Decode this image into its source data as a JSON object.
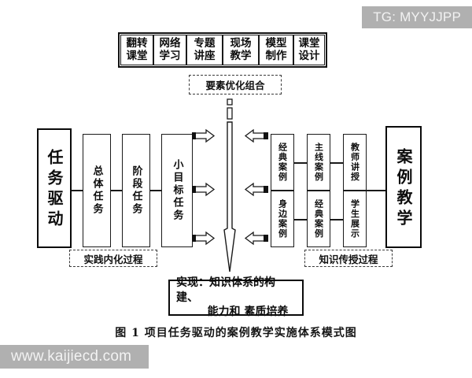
{
  "figure": {
    "caption": "图 1  项目任务驱动的案例教学实施体系模式图"
  },
  "watermarks": {
    "top_right": "TG: MYYJJPP",
    "bottom_left": "www.kaijiecd.com"
  },
  "diagram": {
    "top_methods": [
      {
        "line1": "翻转",
        "line2": "课堂"
      },
      {
        "line1": "网络",
        "line2": "学习"
      },
      {
        "line1": "专题",
        "line2": "讲座"
      },
      {
        "line1": "现场",
        "line2": "教学"
      },
      {
        "line1": "模型",
        "line2": "制作"
      },
      {
        "line1": "课堂",
        "line2": "设计"
      }
    ],
    "combination_label": "要素优化组合",
    "left_pillar": "任务驱动",
    "left_chain": [
      "总体任务",
      "阶段任务",
      "小目标任务"
    ],
    "left_process_label": "实践内化过程",
    "right_pillar": "案例教学",
    "right_grid": {
      "col1": [
        "经典案例",
        "身边案例"
      ],
      "col2": [
        "主线案例",
        "经典案例"
      ],
      "col3": [
        "教师讲授",
        "学生展示"
      ]
    },
    "right_process_label": "知识传授过程",
    "goal": {
      "line1": "实现：知识体系的构建、",
      "line2": "能力和 素质培养"
    }
  },
  "colors": {
    "ink": "#111111",
    "watermark_bg": "#b0b0b0",
    "watermark_text": "#f2f2f2",
    "paper": "#ffffff"
  }
}
